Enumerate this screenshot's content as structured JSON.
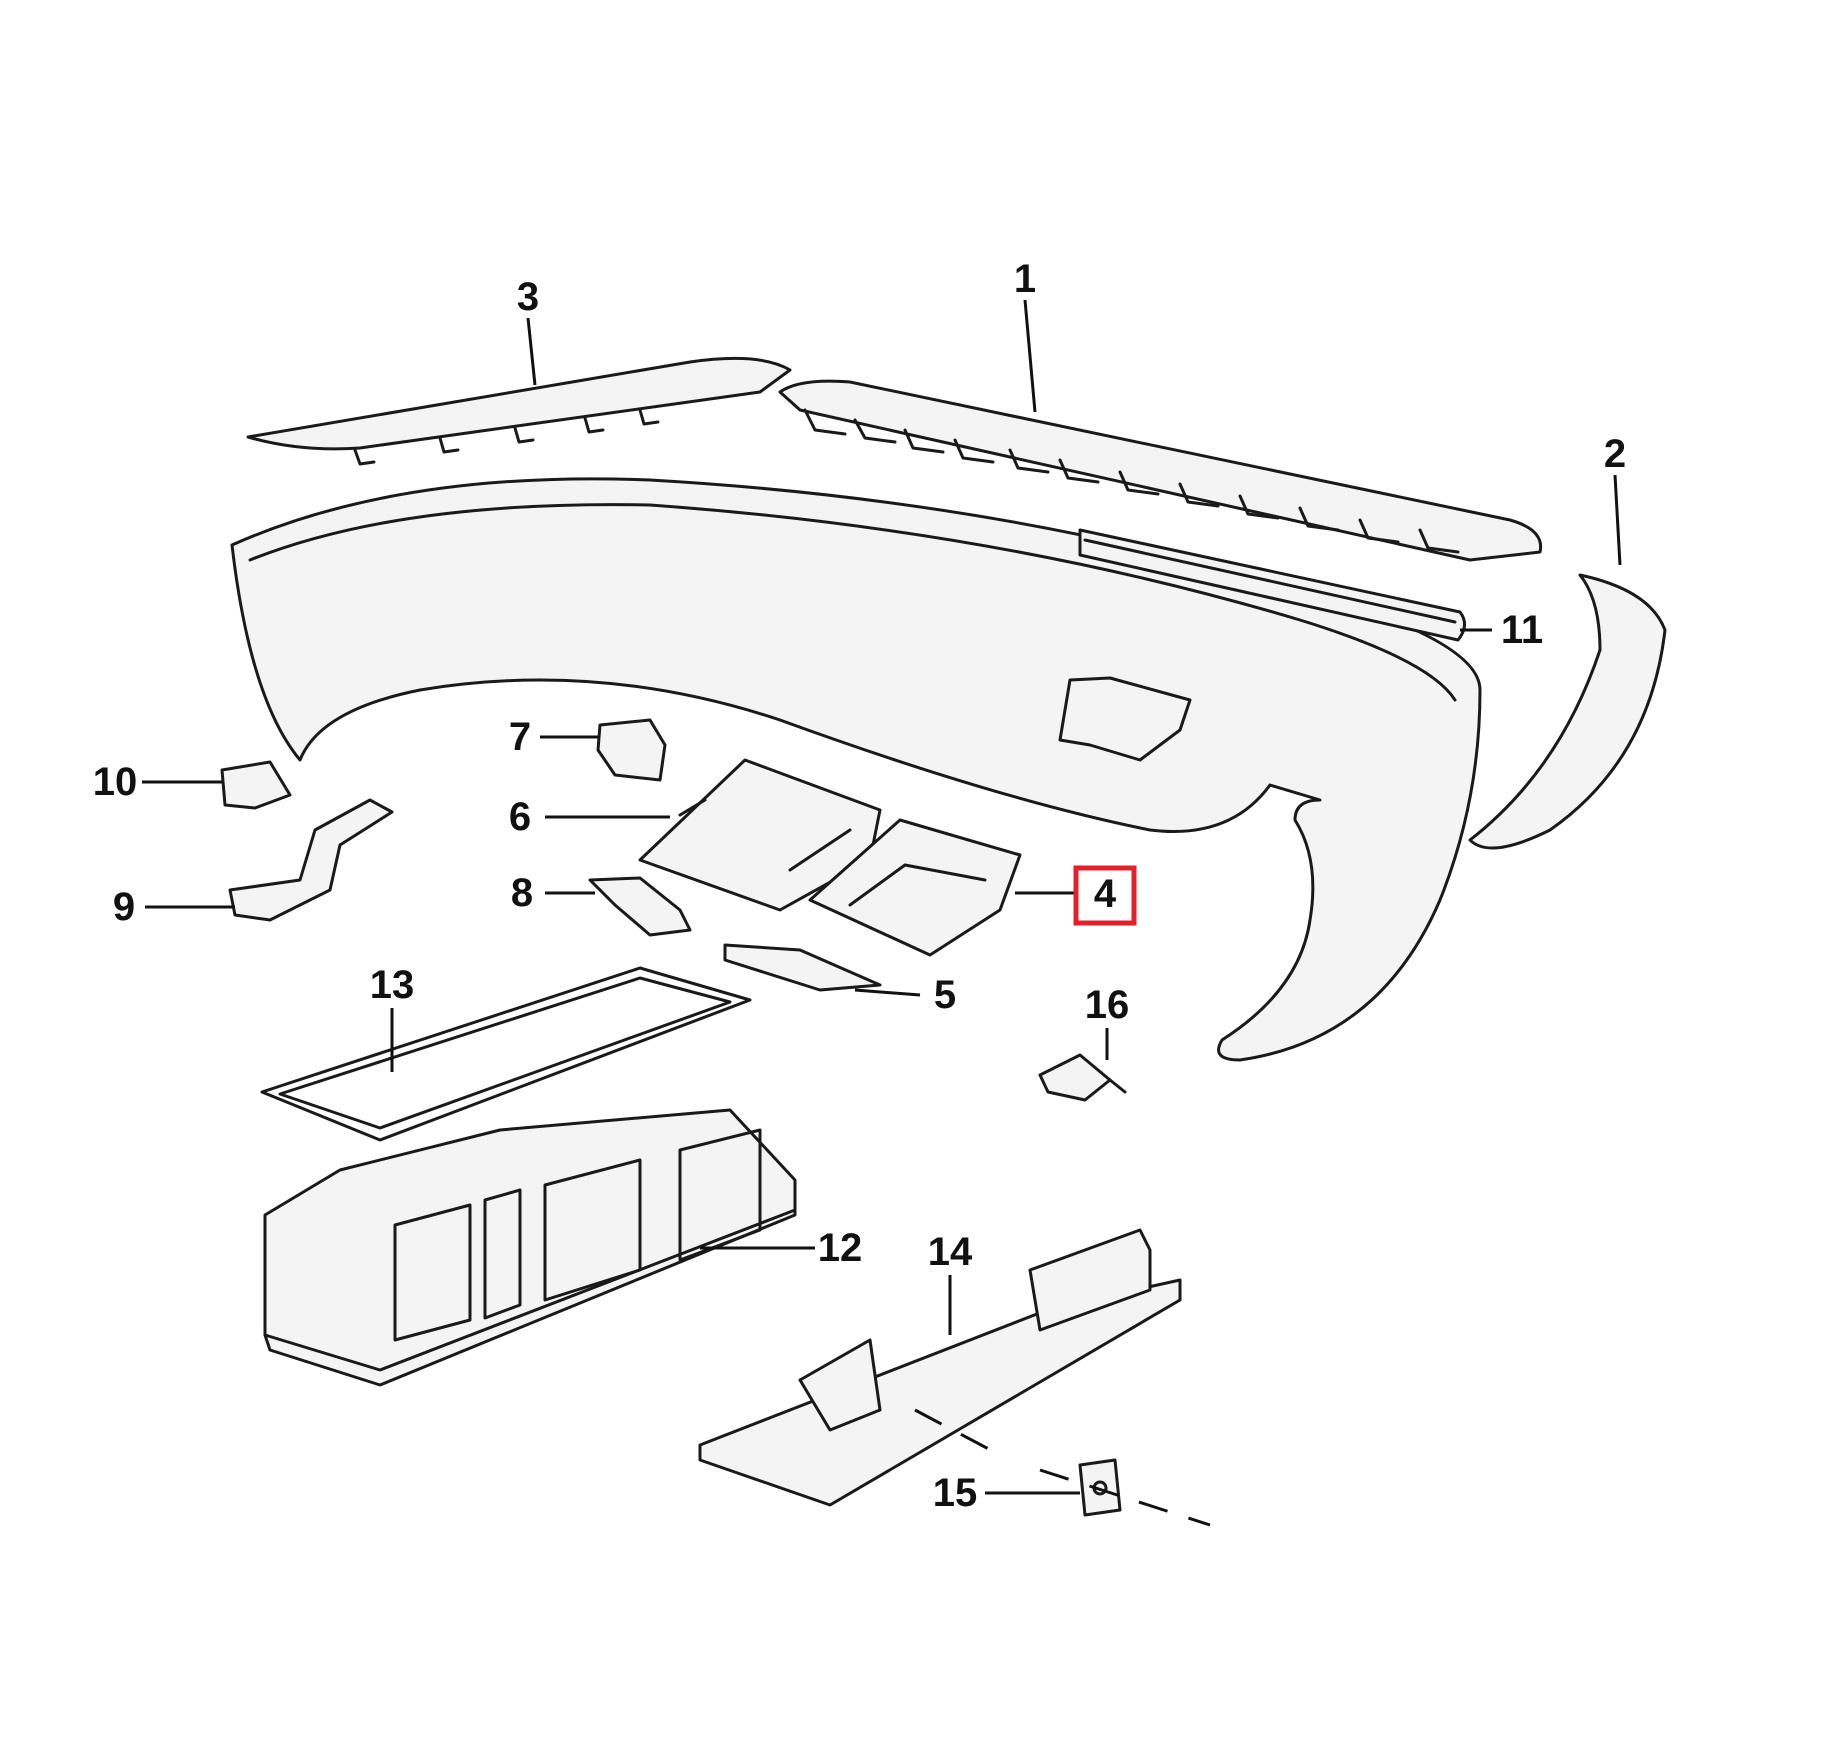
{
  "diagram": {
    "callouts": [
      {
        "id": "p1",
        "text": "1"
      },
      {
        "id": "p2",
        "text": "2"
      },
      {
        "id": "p3",
        "text": "3"
      },
      {
        "id": "p4",
        "text": "4",
        "highlighted": true
      },
      {
        "id": "p5",
        "text": "5"
      },
      {
        "id": "p6",
        "text": "6"
      },
      {
        "id": "p7",
        "text": "7"
      },
      {
        "id": "p8",
        "text": "8"
      },
      {
        "id": "p9",
        "text": "9"
      },
      {
        "id": "p10",
        "text": "10"
      },
      {
        "id": "p11",
        "text": "11"
      },
      {
        "id": "p12",
        "text": "12"
      },
      {
        "id": "p13",
        "text": "13"
      },
      {
        "id": "p14",
        "text": "14"
      },
      {
        "id": "p15",
        "text": "15"
      },
      {
        "id": "p16",
        "text": "16"
      }
    ],
    "highlight_color": "#e4202a",
    "line_color": "#1a1a1a",
    "background": "#ffffff"
  }
}
